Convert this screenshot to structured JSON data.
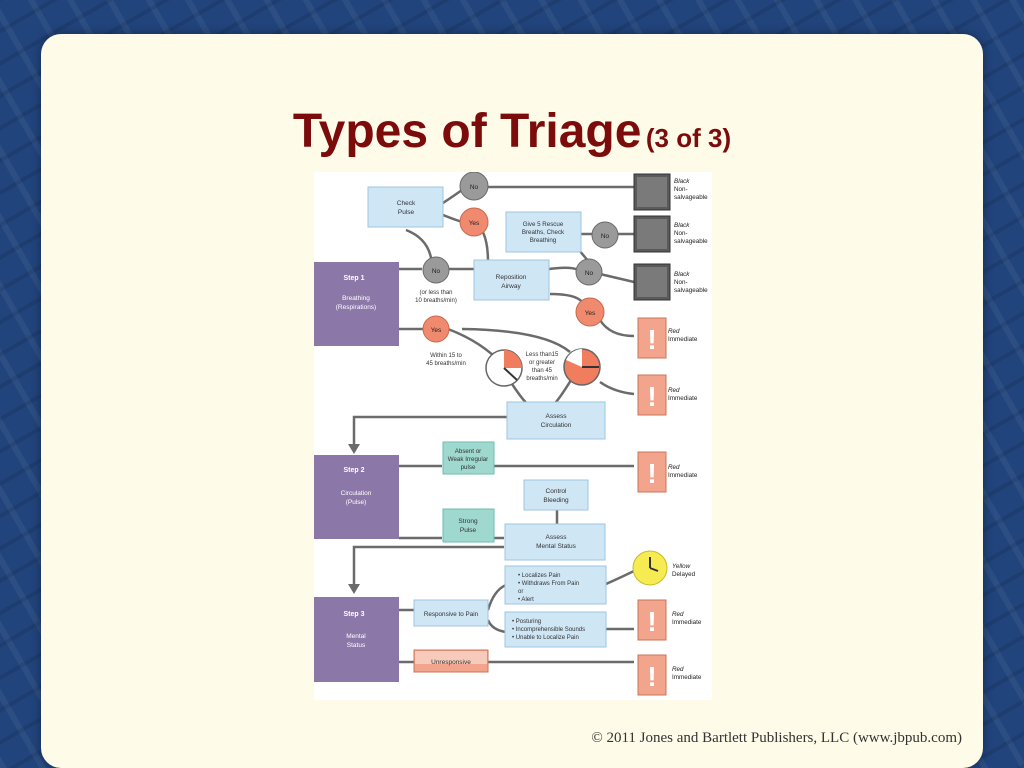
{
  "slide": {
    "title": "Types of Triage",
    "title_suffix": "(3 of 3)",
    "copyright": "© 2011 Jones and Bartlett Publishers, LLC (www.jbpub.com)"
  },
  "colors": {
    "background": "#21447c",
    "panel": "#fefce8",
    "title": "#7c0c0c",
    "step_box": "#8c78a8",
    "blue_box": "#cfe6f5",
    "teal_box": "#9fd8cf",
    "circle_no": "#9a9a9a",
    "circle_yes": "#ef8a6e",
    "black_tag": "#5a5a5a",
    "red_tag": "#f2a48d",
    "yellow_tag": "#f6ec52"
  },
  "flowchart": {
    "steps": [
      {
        "title": "Step 1",
        "sub1": "Breathing",
        "sub2": "(Respirations)"
      },
      {
        "title": "Step 2",
        "sub1": "Circulation",
        "sub2": "(Pulse)"
      },
      {
        "title": "Step 3",
        "sub1": "Mental",
        "sub2": "Status"
      }
    ],
    "boxes": {
      "check_pulse": [
        "Check",
        "Pulse"
      ],
      "rescue_breaths": [
        "Give 5 Rescue",
        "Breaths, Check",
        "Breathing"
      ],
      "reposition": [
        "Reposition",
        "Airway"
      ],
      "assess_circulation": [
        "Assess",
        "Circulation"
      ],
      "absent_pulse": [
        "Absent or",
        "Weak Irregular",
        "pulse"
      ],
      "control_bleeding": [
        "Control",
        "Bleeding"
      ],
      "strong_pulse": [
        "Strong",
        "Pulse"
      ],
      "assess_mental": [
        "Assess",
        "Mental Status"
      ],
      "localizes": [
        "• Localizes Pain",
        "• Withdraws From Pain",
        "or",
        "• Alert"
      ],
      "responsive": [
        "Responsive to Pain"
      ],
      "posturing": [
        "• Posturing",
        "• Incomprehensible Sounds",
        "• Unable to Localize Pain"
      ],
      "unresponsive": [
        "Unresponsive"
      ]
    },
    "circles": {
      "no": "No",
      "yes": "Yes"
    },
    "notes": {
      "less_than_10": [
        "(or less than",
        "10 breaths/min)"
      ],
      "within_15_45": [
        "Within 15 to",
        "45 breaths/min"
      ],
      "outside_15_45": [
        "Less than15",
        "or greater",
        "than 45",
        "breaths/min"
      ]
    },
    "outcomes": {
      "black": [
        "Black",
        "Non-",
        "salvageable"
      ],
      "red": [
        "Red",
        "Immediate"
      ],
      "yellow": [
        "Yellow",
        "Delayed"
      ]
    }
  }
}
